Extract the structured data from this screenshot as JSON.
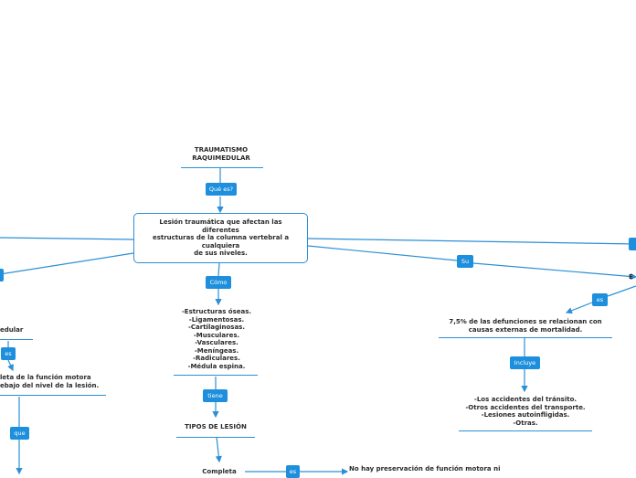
{
  "title": "TRAUMATISMO\nRAQUIMEDULAR",
  "central": "Lesión traumática que afectan las\ndiferentes\nestructuras de la columna vertebral a\ncualquiera\nde sus niveles.",
  "links": {
    "que_es": "Qué es?",
    "como": "Cómo",
    "su": "Su",
    "es_right": "es",
    "incluye": "Incluye",
    "tiene": "tiene",
    "es_bottom": "es",
    "es_left": "es",
    "que_left": "que"
  },
  "structures": "-Estructuras óseas.\n-Ligamentosas.\n-Cartilaginosas.\n-Musculares.\n-Vasculares.\n-Meníngeas.\n-Radiculares.\n-Médula espina.",
  "tipos": "TIPOS DE LESIÓN",
  "completa": "Completa",
  "completa_desc": "No hay preservación de función motora ni",
  "right_header_partial": "E",
  "mortality": "7,5% de las defunciones se relacionan con\ncausas externas de mortalidad.",
  "causes": "-Los accidentes del tránsito.\n-Otros accidentes del transporte.\n-Lesiones autoinfligidas.\n-Otras.",
  "left_header_partial": "edular",
  "left_desc_partial": "leta de la función motora\nebajo del nivel de la lesión.",
  "colors": {
    "accent": "#1e8fdc",
    "line": "#2d8fd5",
    "text": "#2a2a2a"
  }
}
